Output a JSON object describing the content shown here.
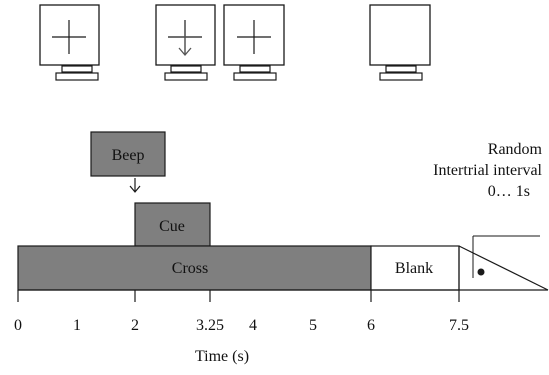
{
  "monitors": [
    {
      "symbol": "cross"
    },
    {
      "symbol": "cross-with-arrow"
    },
    {
      "symbol": "cross"
    },
    {
      "symbol": "blank"
    }
  ],
  "timeline": {
    "ticks": [
      "0",
      "1",
      "2",
      "3.25",
      "4",
      "5",
      "6",
      "7.5"
    ],
    "axis_label": "Time (s)",
    "bars": {
      "beep": "Beep",
      "cue": "Cue",
      "cross": "Cross",
      "blank": "Blank"
    },
    "annotation": {
      "line1": "Random",
      "line2": "Intertrial interval",
      "line3": "0… 1s"
    }
  },
  "colors": {
    "bar_fill": "#7f7f7f",
    "blank_fill": "#ffffff",
    "stroke": "#1a1a1a"
  }
}
